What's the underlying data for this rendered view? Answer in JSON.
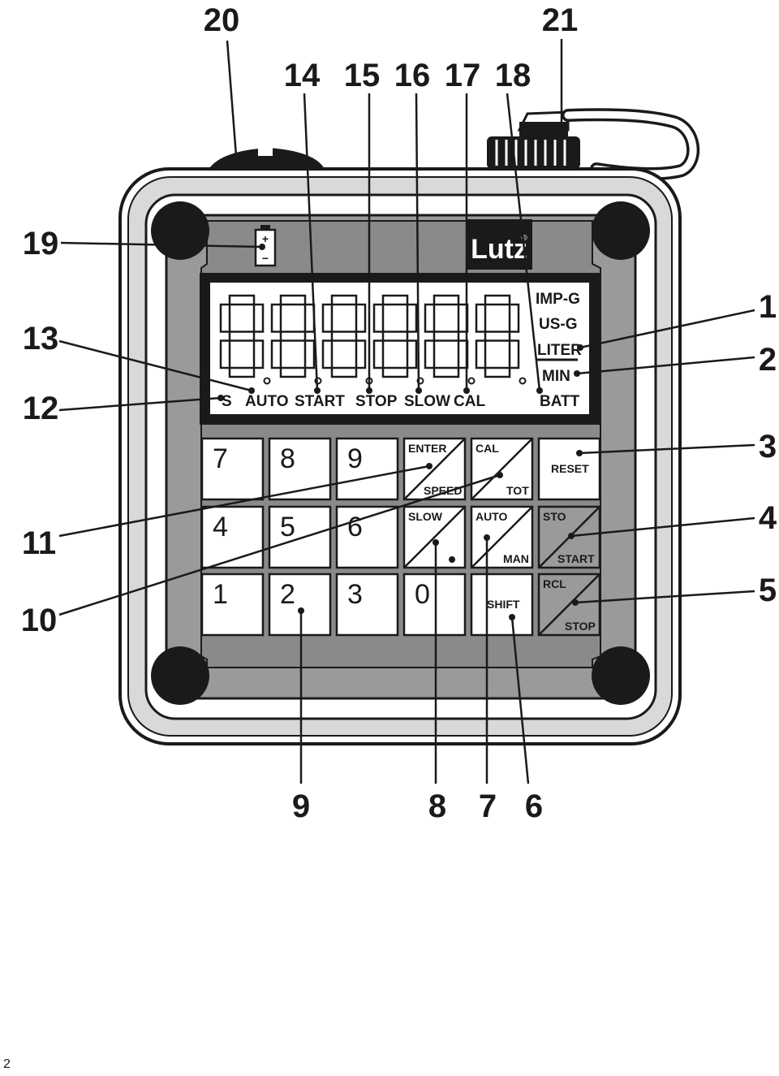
{
  "brand": {
    "logo_text": "Lutz",
    "registered_mark": "®"
  },
  "battery_symbol": {
    "plus": "+",
    "minus": "−"
  },
  "lcd": {
    "units": [
      "IMP-G",
      "US-G",
      "LITER",
      "MIN"
    ],
    "bottom_labels": [
      "S",
      "AUTO",
      "START",
      "STOP",
      "SLOW",
      "CAL",
      "BATT"
    ]
  },
  "keypad": {
    "number_keys": [
      "7",
      "8",
      "9",
      "4",
      "5",
      "6",
      "1",
      "2",
      "3",
      "0"
    ],
    "enter_speed": {
      "top": "ENTER",
      "bottom": "SPEED"
    },
    "cal_tot": {
      "top": "CAL",
      "bottom": "TOT"
    },
    "reset": "RESET",
    "slow": "SLOW",
    "auto_man": {
      "top": "AUTO",
      "bottom": "MAN"
    },
    "sto_start": {
      "top": "STO",
      "bottom": "START"
    },
    "shift": "SHIFT",
    "rcl_stop": {
      "top": "RCL",
      "bottom": "STOP"
    }
  },
  "callouts": {
    "c1": "1",
    "c2": "2",
    "c3": "3",
    "c4": "4",
    "c5": "5",
    "c6": "6",
    "c7": "7",
    "c8": "8",
    "c9": "9",
    "c10": "10",
    "c11": "11",
    "c12": "12",
    "c13": "13",
    "c14": "14",
    "c15": "15",
    "c16": "16",
    "c17": "17",
    "c18": "18",
    "c19": "19",
    "c20": "20",
    "c21": "21"
  },
  "page_number": "2",
  "colors": {
    "housing_gray": "#9a9a9a",
    "line": "#1a1a1a",
    "light_gray": "#d9d9d9"
  }
}
